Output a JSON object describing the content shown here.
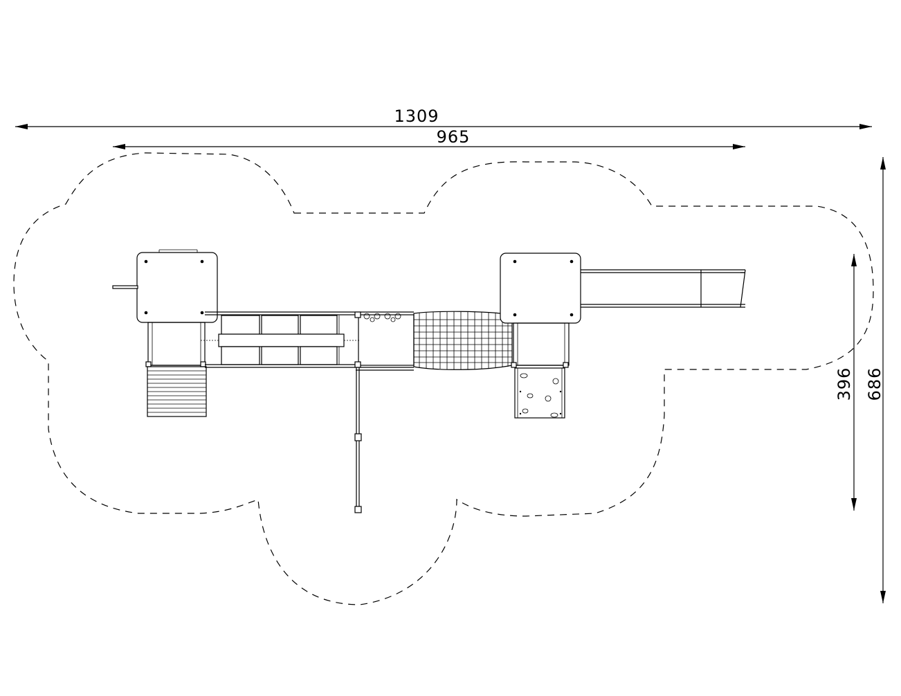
{
  "dimensions": {
    "overall_width": "1309",
    "structure_width": "965",
    "structure_depth": "396",
    "overall_depth": "686"
  },
  "colors": {
    "line": "#000000",
    "background": "#ffffff"
  }
}
